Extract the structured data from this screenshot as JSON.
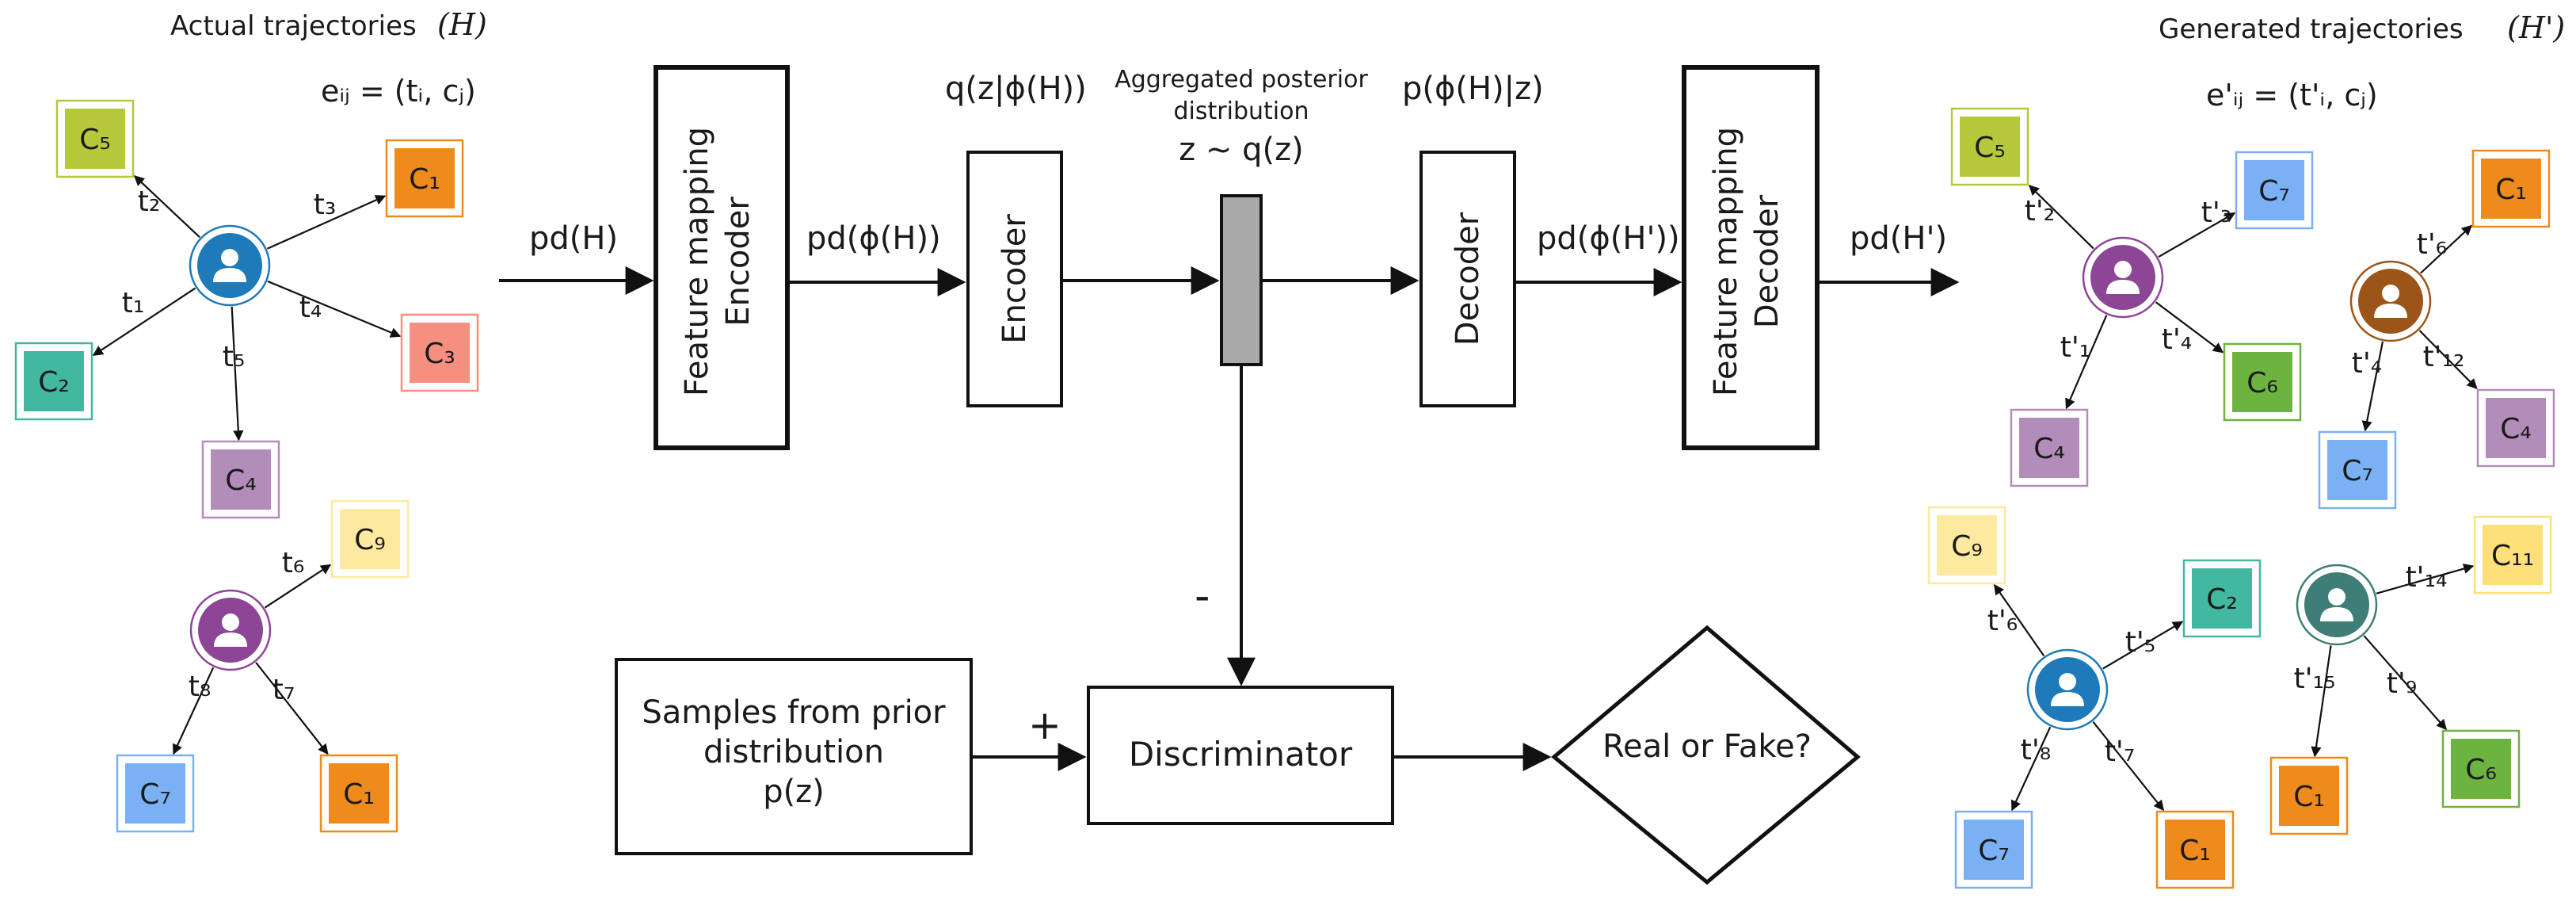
{
  "left": {
    "title": "Actual trajectories",
    "title_symbol": "(H)",
    "edge_formula": "eᵢⱼ = (tᵢ, cⱼ)",
    "user1": {
      "color": "#1e7ab8",
      "edges": [
        {
          "label": "t₂",
          "cat": "C₅",
          "color": "#b5c93a"
        },
        {
          "label": "t₃",
          "cat": "C₁",
          "color": "#ef8a1d"
        },
        {
          "label": "t₁",
          "cat": "C₂",
          "color": "#43b8a0"
        },
        {
          "label": "t₄",
          "cat": "C₃",
          "color": "#f59080"
        },
        {
          "label": "t₅",
          "cat": "C₄",
          "color": "#b38db9"
        }
      ]
    },
    "user2": {
      "color": "#8d4696",
      "edges": [
        {
          "label": "t₆",
          "cat": "C₉",
          "color": "#fde9a0"
        },
        {
          "label": "t₈",
          "cat": "C₇",
          "color": "#7ab1f5"
        },
        {
          "label": "t₇",
          "cat": "C₁",
          "color": "#ef8a1d"
        }
      ]
    }
  },
  "pipeline": {
    "pd_h": "pd(H)",
    "fm_encoder": [
      "Feature mapping",
      "Encoder"
    ],
    "pd_phi_h": "pd(ϕ(H))",
    "q_label": "q(z|ϕ(H))",
    "encoder": "Encoder",
    "agg_label": [
      "Aggregated posterior",
      "distribution"
    ],
    "z_label": "z ~ q(z)",
    "p_label": "p(ϕ(H)|z)",
    "decoder": "Decoder",
    "pd_phi_h2": "pd(ϕ(H'))",
    "fm_decoder": [
      "Feature mapping",
      "Decoder"
    ],
    "pd_h2": "pd(H')",
    "minus": "-",
    "plus": "+",
    "prior": [
      "Samples from prior",
      "distribution",
      "p(z)"
    ],
    "discriminator": "Discriminator",
    "real_fake": "Real or Fake?"
  },
  "right": {
    "title": "Generated trajectories",
    "title_symbol": "(H')",
    "edge_formula": "e'ᵢⱼ = (t'ᵢ, cⱼ)",
    "u1": {
      "color": "#8d4696",
      "edges": [
        {
          "label": "t'₂",
          "cat": "C₅",
          "color": "#b5c93a"
        },
        {
          "label": "t'₃",
          "cat": "C₇",
          "color": "#7ab1f5"
        },
        {
          "label": "t'₁",
          "cat": "C₄",
          "color": "#b38db9"
        },
        {
          "label": "t'₄",
          "cat": "C₆",
          "color": "#6db33f"
        }
      ]
    },
    "u2": {
      "color": "#9c5518",
      "edges": [
        {
          "label": "t'₆",
          "cat": "C₁",
          "color": "#ef8a1d"
        },
        {
          "label": "t'₄",
          "cat": "C₇",
          "color": "#7ab1f5"
        },
        {
          "label": "t'₁₂",
          "cat": "C₄",
          "color": "#b38db9"
        }
      ]
    },
    "u3": {
      "color": "#1e7ab8",
      "edges": [
        {
          "label": "t'₆",
          "cat": "C₉",
          "color": "#fde9a0"
        },
        {
          "label": "t'₅",
          "cat": "C₂",
          "color": "#43b8a0"
        },
        {
          "label": "t'₈",
          "cat": "C₇",
          "color": "#7ab1f5"
        },
        {
          "label": "t'₇",
          "cat": "C₁",
          "color": "#ef8a1d"
        }
      ]
    },
    "u4": {
      "color": "#3f7e76",
      "edges": [
        {
          "label": "t'₁₄",
          "cat": "C₁₁",
          "color": "#fde07a"
        },
        {
          "label": "t'₁₅",
          "cat": "C₁",
          "color": "#ef8a1d"
        },
        {
          "label": "t'₉",
          "cat": "C₆",
          "color": "#6db33f"
        }
      ]
    }
  }
}
